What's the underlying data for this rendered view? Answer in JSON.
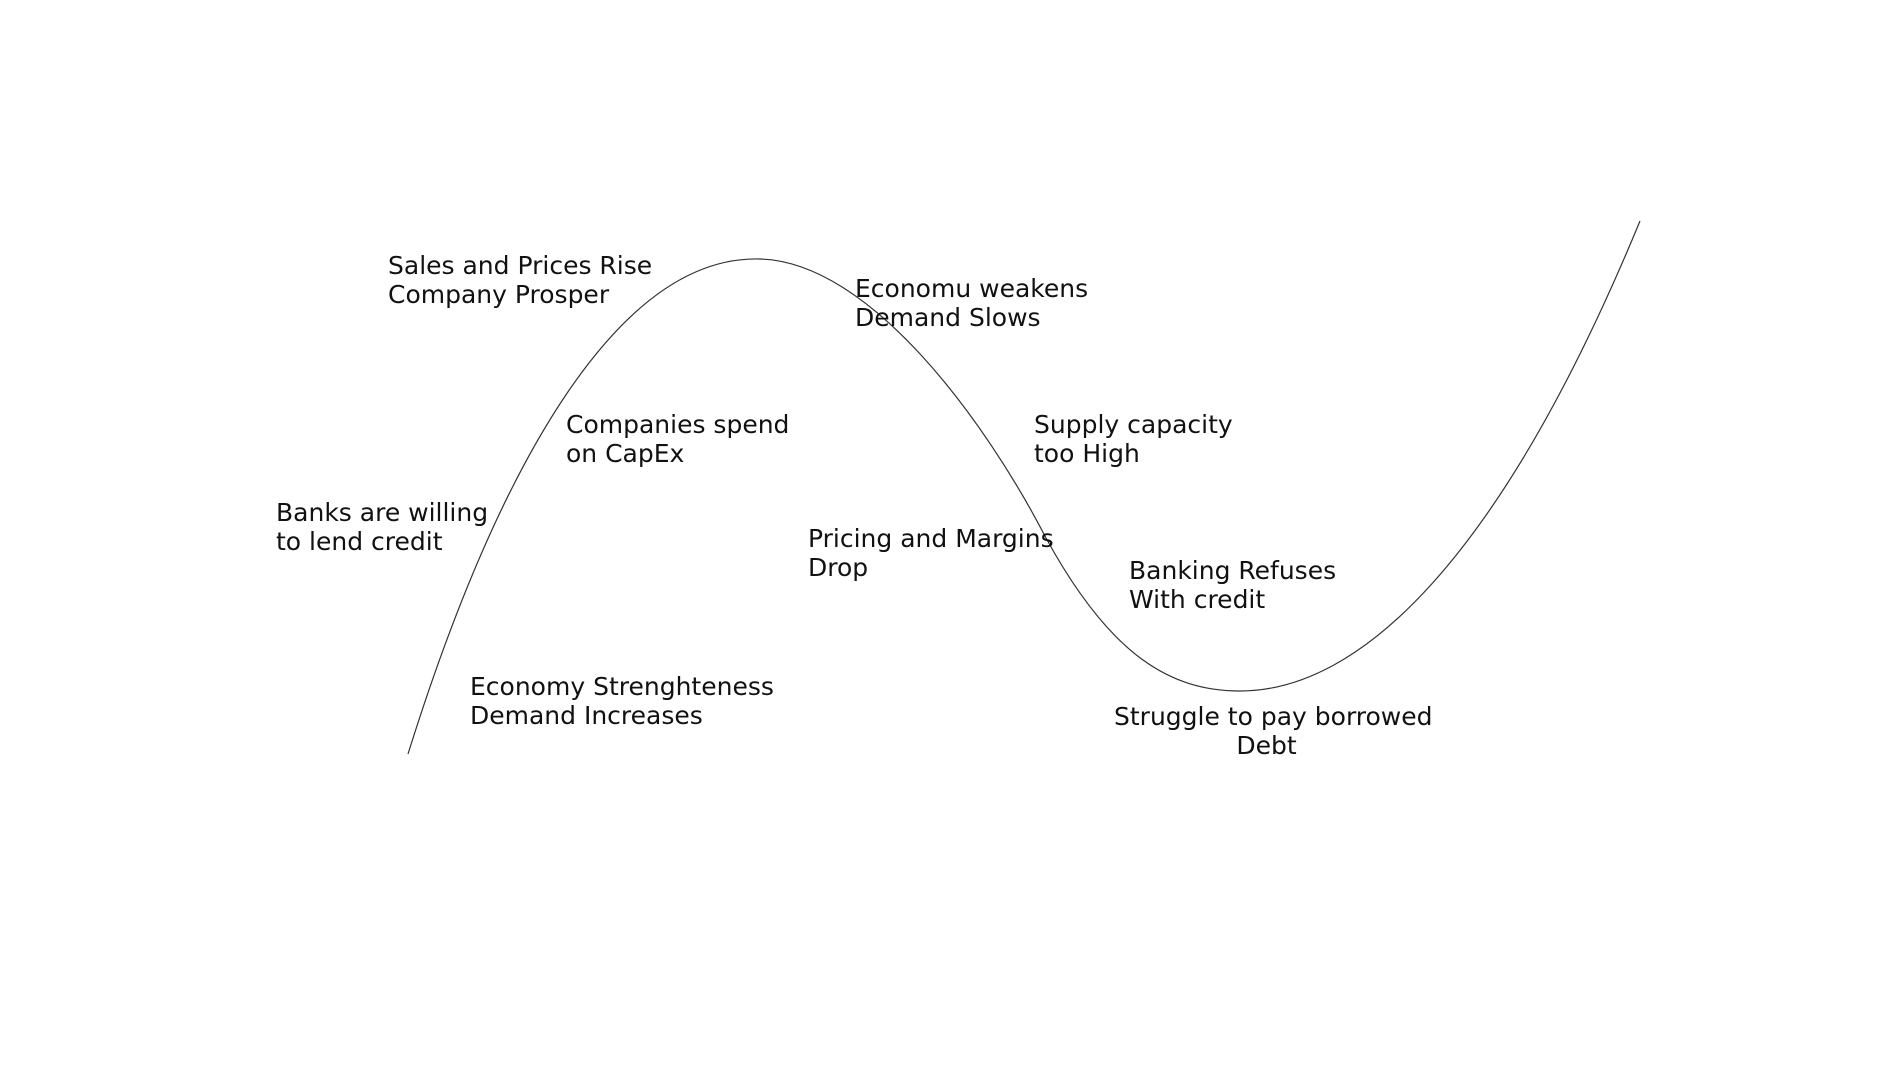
{
  "diagram": {
    "curve_color": "#333333",
    "labels": {
      "sales": {
        "line1": "Sales and Prices Rise",
        "line2": "Company Prosper"
      },
      "weakens": {
        "line1": "Economu weakens",
        "line2": "Demand Slows"
      },
      "capex": {
        "line1": "Companies spend",
        "line2": "on CapEx"
      },
      "supply": {
        "line1": "Supply capacity",
        "line2": "too High"
      },
      "banks": {
        "line1": "Banks are willing",
        "line2": "to lend credit"
      },
      "pricing": {
        "line1": "Pricing and Margins",
        "line2": "Drop"
      },
      "refuses": {
        "line1": "Banking Refuses",
        "line2": "With credit"
      },
      "economy": {
        "line1": "Economy Strenghteness",
        "line2": "Demand Increases"
      },
      "struggle": {
        "line1": "Struggle to pay borrowed",
        "line2": "Debt"
      }
    }
  }
}
